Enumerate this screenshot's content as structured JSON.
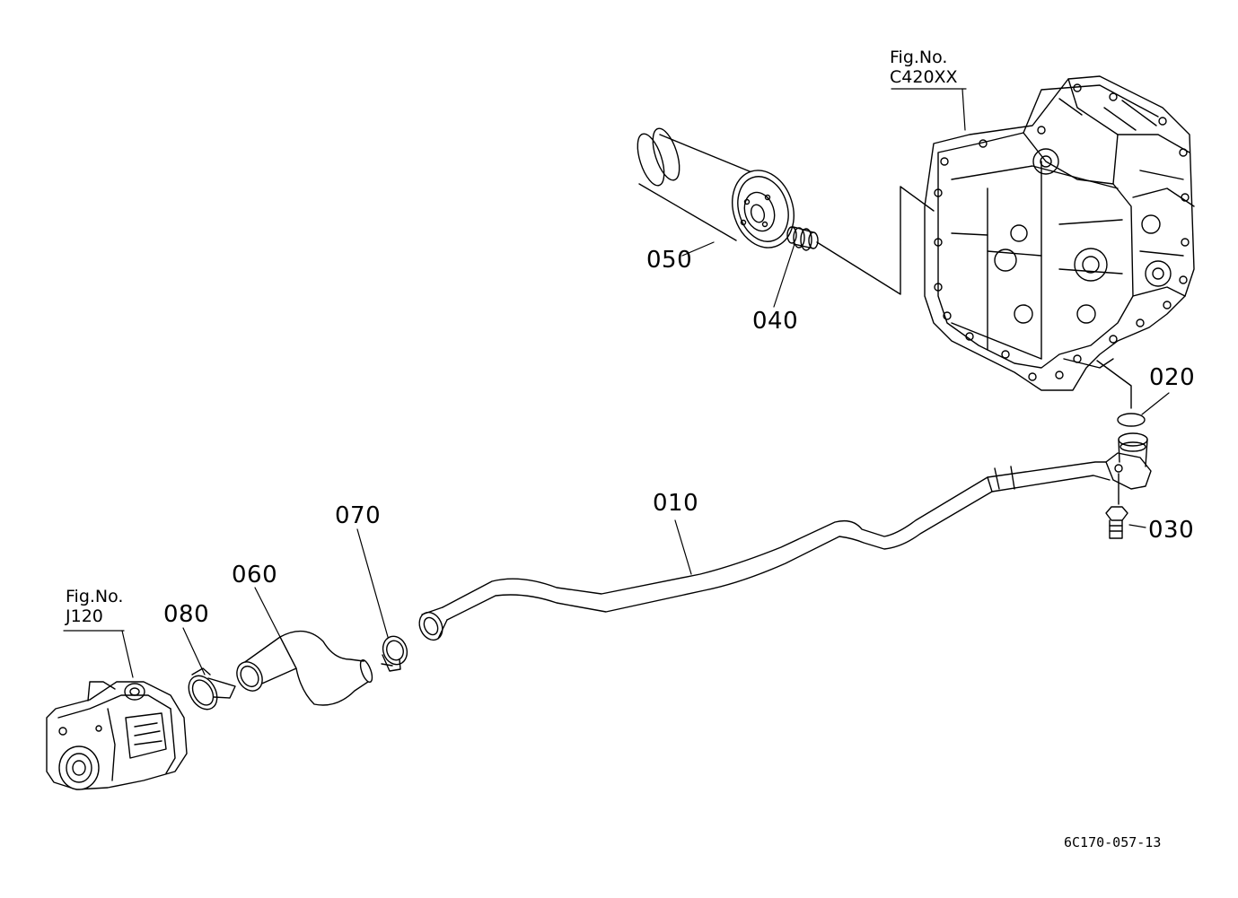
{
  "references": {
    "upper": {
      "caption": "Fig.No.",
      "code": "C420XX"
    },
    "lower": {
      "caption": "Fig.No.",
      "code": "J120"
    }
  },
  "parts": [
    {
      "id": "p010",
      "number": "010"
    },
    {
      "id": "p020",
      "number": "020"
    },
    {
      "id": "p030",
      "number": "030"
    },
    {
      "id": "p040",
      "number": "040"
    },
    {
      "id": "p050",
      "number": "050"
    },
    {
      "id": "p060",
      "number": "060"
    },
    {
      "id": "p070",
      "number": "070"
    },
    {
      "id": "p080",
      "number": "080"
    }
  ],
  "doc_id": "6C170-057-13"
}
